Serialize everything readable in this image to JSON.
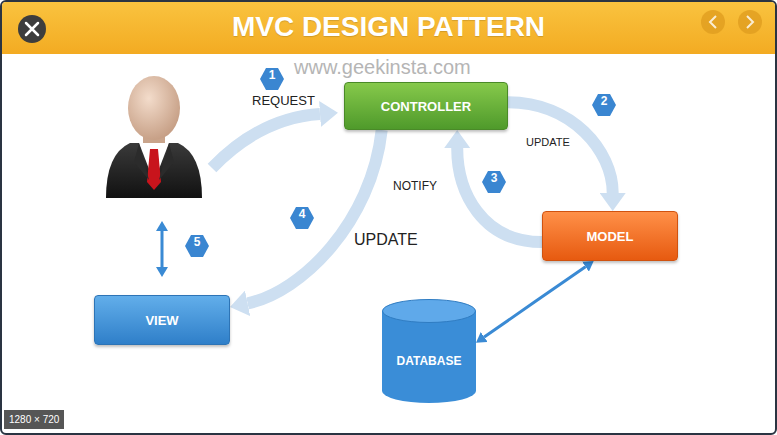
{
  "diagram": {
    "title": "MVC DESIGN PATTERN",
    "nodes": [
      {
        "text": [
          "CONTROLLER"
        ]
      },
      {
        "text": [
          "MODEL"
        ]
      },
      {
        "text": [
          "VIEW"
        ]
      },
      {
        "text": [
          "DATABASE"
        ]
      }
    ],
    "edges": [
      {
        "from": 0,
        "to": 1,
        "arrow": "to",
        "label": "UPDATE"
      },
      {
        "from": 1,
        "to": 0,
        "arrow": "to",
        "label": "NOTIFY"
      },
      {
        "from": 0,
        "to": 2,
        "arrow": "to",
        "label": "UPDATE"
      },
      {
        "from": 1,
        "to": 3,
        "arrow": "both"
      }
    ],
    "labels": [
      "www.geekinsta.com",
      "1",
      "REQUEST",
      "2",
      "3",
      "4",
      "5",
      "1280 × 720"
    ]
  }
}
